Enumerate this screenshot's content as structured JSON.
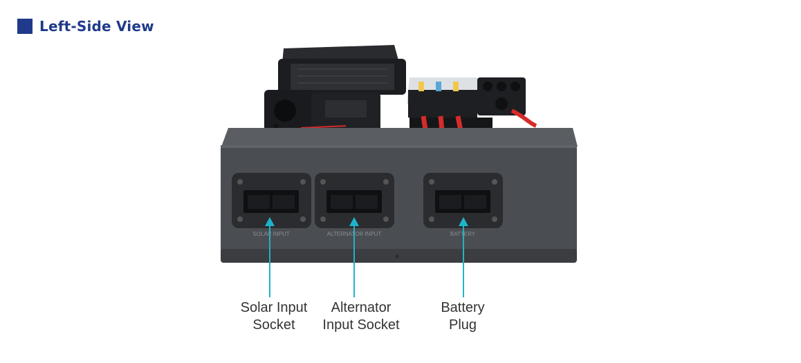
{
  "heading": {
    "title": "Left-Side View"
  },
  "panel_labels": {
    "solar": "SOLAR INPUT",
    "alternator": "ALTERNATOR INPUT",
    "battery": "BATTERY"
  },
  "callouts": [
    {
      "line1": "Solar Input",
      "line2": "Socket"
    },
    {
      "line1": "Alternator",
      "line2": "Input Socket"
    },
    {
      "line1": "Battery",
      "line2": "Plug"
    }
  ],
  "colors": {
    "heading": "#1f3a8a",
    "callout_line": "#1fb3c9",
    "body": "#4a4d52",
    "cable": "#d62b2b"
  }
}
